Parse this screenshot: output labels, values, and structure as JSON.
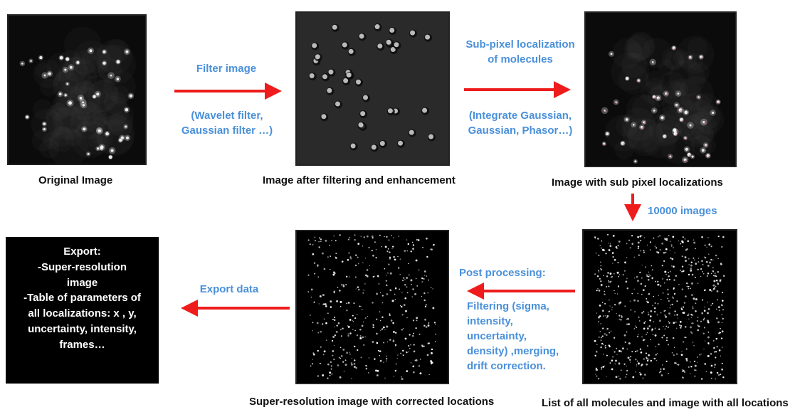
{
  "captions": {
    "original": "Original Image",
    "filtered": "Image after filtering and enhancement",
    "subpixel": "Image with sub pixel localizations",
    "superres": "Super-resolution image with corrected locations",
    "all_locations": "List of all molecules and image with all locations"
  },
  "steps": {
    "filter_title": "Filter image",
    "filter_methods": [
      "(Wavelet filter,",
      "Gaussian filter …)"
    ],
    "localize_title": [
      "Sub-pixel localization",
      "of molecules"
    ],
    "localize_methods": [
      "(Integrate Gaussian,",
      "Gaussian, Phasor…)"
    ],
    "frames": "10000 images",
    "post_title": "Post processing:",
    "post_methods": [
      "Filtering (sigma,",
      "intensity,",
      "uncertainty,",
      "density) ,merging,",
      "drift correction."
    ],
    "export_title": "Export data"
  },
  "export_box": [
    "Export:",
    "-Super-resolution",
    "image",
    "-Table of parameters of",
    "all localizations: x , y,",
    "uncertainty, intensity,",
    "frames…"
  ],
  "colors": {
    "arrow": "#ee1c1c",
    "step_text": "#4a90d9",
    "panel_bg": "#000000"
  }
}
